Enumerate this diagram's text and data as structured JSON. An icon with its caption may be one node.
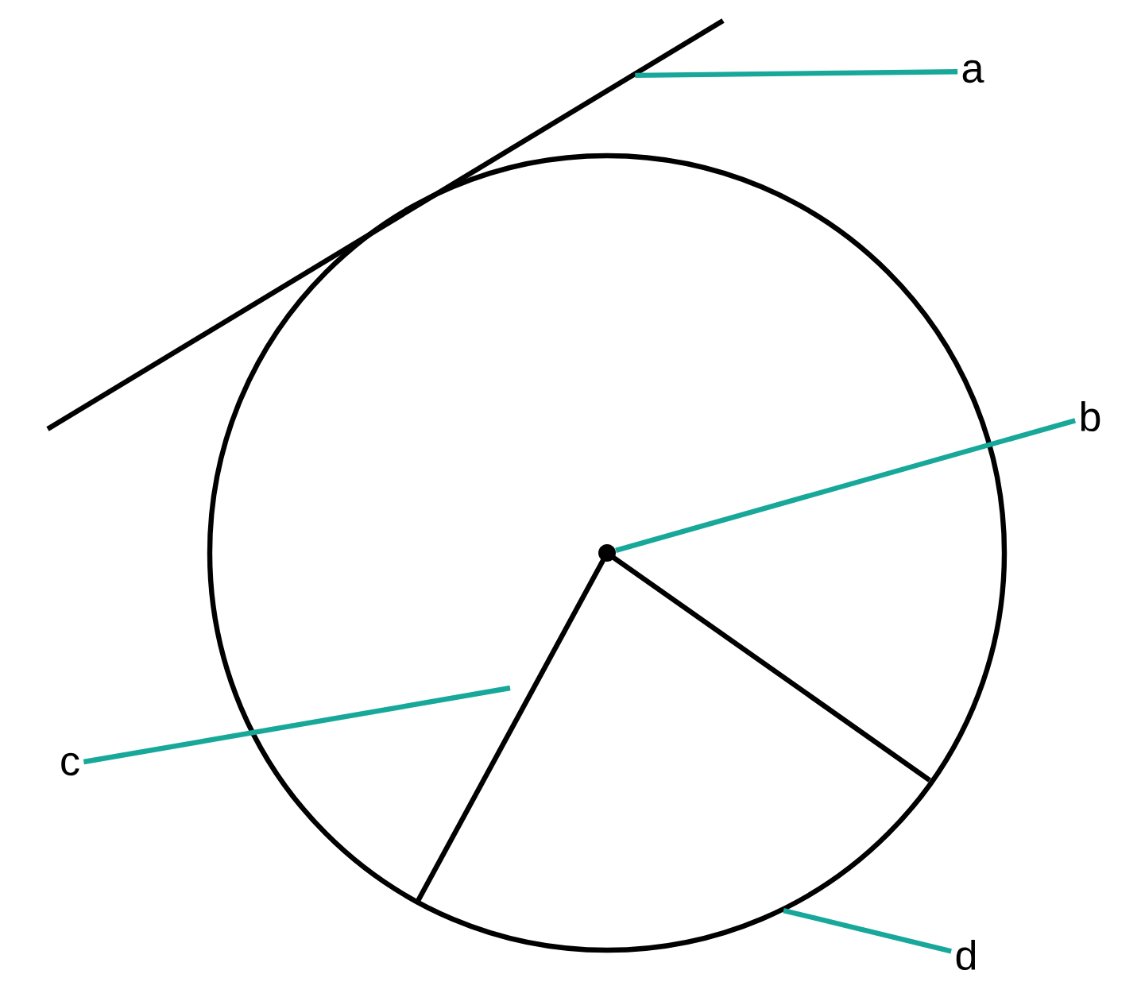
{
  "diagram": {
    "nodes": [
      {
        "text": [
          "a"
        ]
      },
      {
        "text": [
          "b"
        ]
      },
      {
        "text": [
          "c"
        ]
      },
      {
        "text": [
          "d"
        ]
      },
      {
        "text": [],
        "shape": "line"
      },
      {
        "text": [],
        "shape": "circle"
      }
    ],
    "edges": [
      {
        "from": 0,
        "to": 4,
        "arrow": "none"
      },
      {
        "from": 1,
        "to": 5,
        "arrow": "none"
      },
      {
        "from": 2,
        "to": null,
        "arrow": "none"
      },
      {
        "from": 3,
        "to": null,
        "arrow": "none"
      }
    ]
  }
}
